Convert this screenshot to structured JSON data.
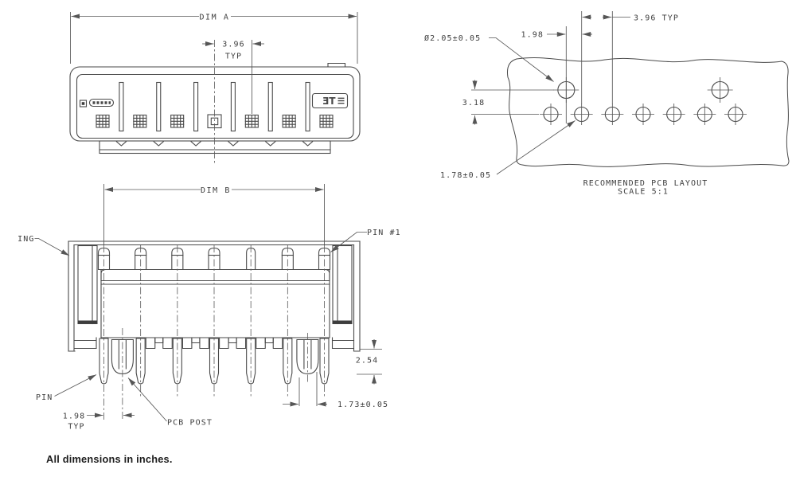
{
  "note": "All dimensions in inches.",
  "colors": {
    "line": "#4a4a4a",
    "dim_line": "#565656",
    "text": "#3e3e3e",
    "note_text": "#1d1d1d",
    "background": "#ffffff"
  },
  "front_view": {
    "dim_a_label": "DIM A",
    "pitch_value": "3.96",
    "pitch_typ": "TYP",
    "logo_text": "TE",
    "positions": 7
  },
  "side_view": {
    "dim_b_label": "DIM B",
    "pin1_label": "PIN #1",
    "housing_label": "ING",
    "pin_label": "PIN",
    "pin_pitch_value": "1.98",
    "pin_pitch_typ": "TYP",
    "pcb_post_label": "PCB POST",
    "post_dia_label": "1.73±0.05",
    "standoff_label": "2.54",
    "pins": 7,
    "pcb_posts": 2
  },
  "pcb_layout": {
    "title": "RECOMMENDED PCB LAYOUT",
    "scale_label": "SCALE 5:1",
    "post_hole_dia_label": "Ø2.05±0.05",
    "offset_label": "1.98",
    "pitch_label": "3.96 TYP",
    "row_spacing_label": "3.18",
    "pin_hole_dia_label": "1.78±0.05",
    "bottom_holes": 7,
    "top_holes": 2
  }
}
